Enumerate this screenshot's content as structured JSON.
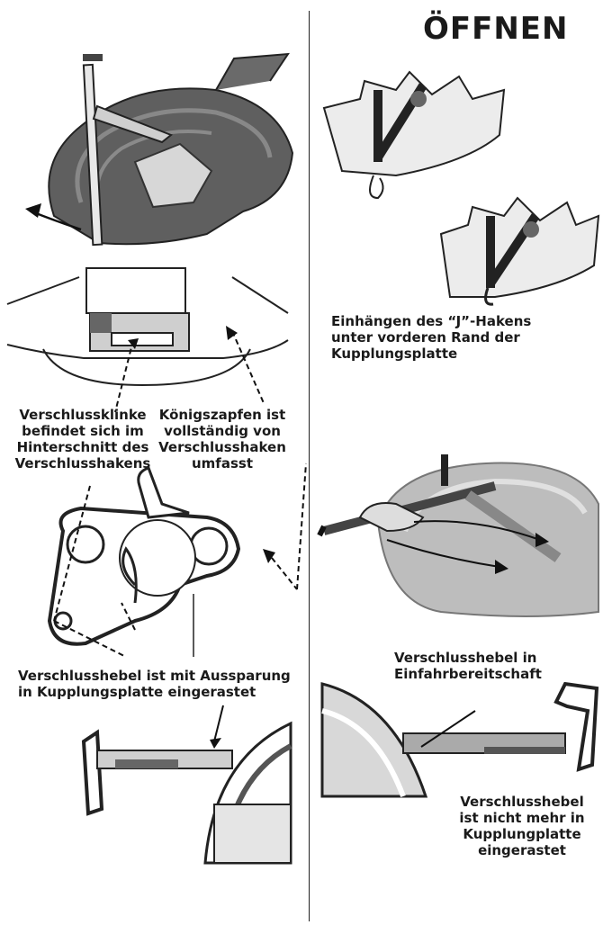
{
  "heading": "ÖFFNEN",
  "captions": {
    "j_hook": [
      "Einhängen des “J”-Hakens",
      "unter vorderen Rand der",
      "Kupplungsplatte"
    ],
    "latch_pawl": [
      "Verschlussklinke",
      "befindet sich im",
      "Hinterschnitt des",
      "Verschlusshakens"
    ],
    "kingpin": [
      "Königszapfen ist",
      "vollständig von",
      "Verschlusshaken",
      "umfasst"
    ],
    "lever_engaged": [
      "Verschlusshebel ist mit Aussparung",
      "in Kupplungsplatte eingerastet"
    ],
    "lever_ready": [
      "Verschlusshebel in",
      "Einfahrbereitschaft"
    ],
    "lever_released": [
      "Verschlusshebel",
      "ist nicht mehr in",
      "Kupplungplatte",
      "eingerastet"
    ]
  }
}
